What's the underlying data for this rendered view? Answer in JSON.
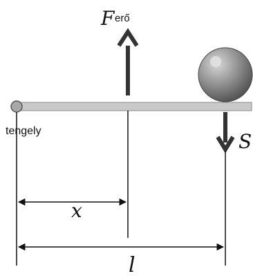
{
  "labels": {
    "force_symbol": "F",
    "force_subscript": "erő",
    "axle": "tengely",
    "weight_symbol": "S",
    "distance_x": "x",
    "length_l": "l"
  },
  "colors": {
    "beam_fill": "#c9c9c9",
    "beam_edge": "#8a8a8a",
    "line": "#111111",
    "ball_light": "#b5b5b5",
    "ball_dark": "#5a5a5a",
    "background": "#ffffff"
  }
}
